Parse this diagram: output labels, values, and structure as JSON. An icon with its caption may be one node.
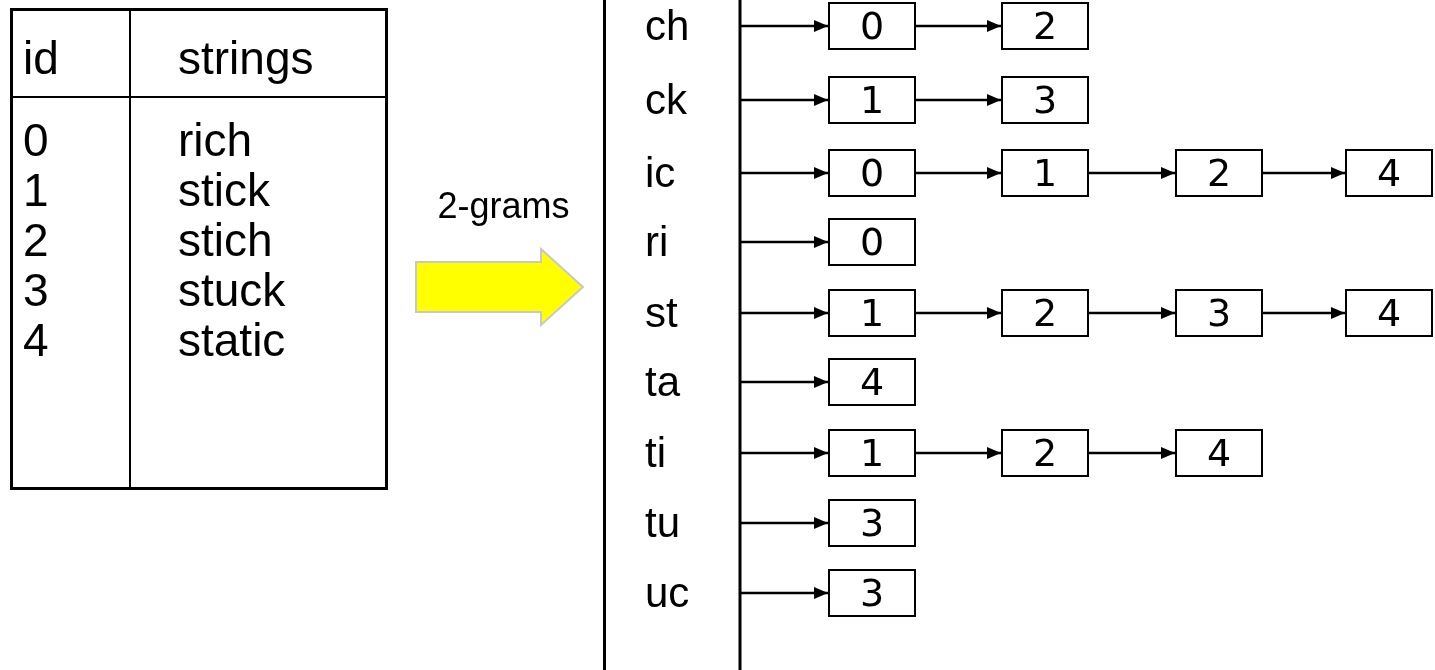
{
  "diagram": {
    "nodes": [
      {
        "text": [],
        "shape": "table"
      },
      {
        "text": [],
        "shape": "box"
      },
      {
        "text": [
          "ch"
        ],
        "in": 1
      },
      {
        "text": [
          "0"
        ],
        "in": 1
      },
      {
        "text": [
          "2"
        ],
        "in": 1
      },
      {
        "text": [
          "ck"
        ],
        "in": 1
      },
      {
        "text": [
          "1"
        ],
        "in": 1
      },
      {
        "text": [
          "3"
        ],
        "in": 1
      },
      {
        "text": [
          "ic"
        ],
        "in": 1
      },
      {
        "text": [
          "0"
        ],
        "in": 1
      },
      {
        "text": [
          "1"
        ],
        "in": 1
      },
      {
        "text": [
          "2"
        ],
        "in": 1
      },
      {
        "text": [
          "4"
        ],
        "in": 1
      },
      {
        "text": [
          "ri"
        ],
        "in": 1
      },
      {
        "text": [
          "0"
        ],
        "in": 1
      },
      {
        "text": [
          "st"
        ],
        "in": 1
      },
      {
        "text": [
          "1"
        ],
        "in": 1
      },
      {
        "text": [
          "2"
        ],
        "in": 1
      },
      {
        "text": [
          "3"
        ],
        "in": 1
      },
      {
        "text": [
          "4"
        ],
        "in": 1
      },
      {
        "text": [
          "ta"
        ],
        "in": 1
      },
      {
        "text": [
          "4"
        ],
        "in": 1
      },
      {
        "text": [
          "ti"
        ],
        "in": 1
      },
      {
        "text": [
          "1"
        ],
        "in": 1
      },
      {
        "text": [
          "2"
        ],
        "in": 1
      },
      {
        "text": [
          "4"
        ],
        "in": 1
      },
      {
        "text": [
          "tu"
        ],
        "in": 1
      },
      {
        "text": [
          "3"
        ],
        "in": 1
      },
      {
        "text": [
          "uc"
        ],
        "in": 1
      },
      {
        "text": [
          "3"
        ],
        "in": 1
      }
    ],
    "edges": [
      {
        "from": 0,
        "to": 1,
        "arrow": "to",
        "label": "2-grams",
        "style": "thick",
        "color": "#ffff00"
      },
      {
        "from": 2,
        "to": 3,
        "arrow": "to"
      },
      {
        "from": 3,
        "to": 4,
        "arrow": "to"
      },
      {
        "from": 5,
        "to": 6,
        "arrow": "to"
      },
      {
        "from": 6,
        "to": 7,
        "arrow": "to"
      },
      {
        "from": 8,
        "to": 9,
        "arrow": "to"
      },
      {
        "from": 9,
        "to": 10,
        "arrow": "to"
      },
      {
        "from": 10,
        "to": 11,
        "arrow": "to"
      },
      {
        "from": 11,
        "to": 12,
        "arrow": "to"
      },
      {
        "from": 13,
        "to": 14,
        "arrow": "to"
      },
      {
        "from": 15,
        "to": 16,
        "arrow": "to"
      },
      {
        "from": 16,
        "to": 17,
        "arrow": "to"
      },
      {
        "from": 17,
        "to": 18,
        "arrow": "to"
      },
      {
        "from": 18,
        "to": 19,
        "arrow": "to"
      },
      {
        "from": 20,
        "to": 21,
        "arrow": "to"
      },
      {
        "from": 22,
        "to": 23,
        "arrow": "to"
      },
      {
        "from": 23,
        "to": 24,
        "arrow": "to"
      },
      {
        "from": 24,
        "to": 25,
        "arrow": "to"
      },
      {
        "from": 26,
        "to": 27,
        "arrow": "to"
      },
      {
        "from": 28,
        "to": 29,
        "arrow": "to"
      }
    ],
    "labels": [
      "id",
      "strings",
      "0",
      "rich",
      "1",
      "stick",
      "2",
      "stich",
      "3",
      "stuck",
      "4",
      "static"
    ]
  }
}
